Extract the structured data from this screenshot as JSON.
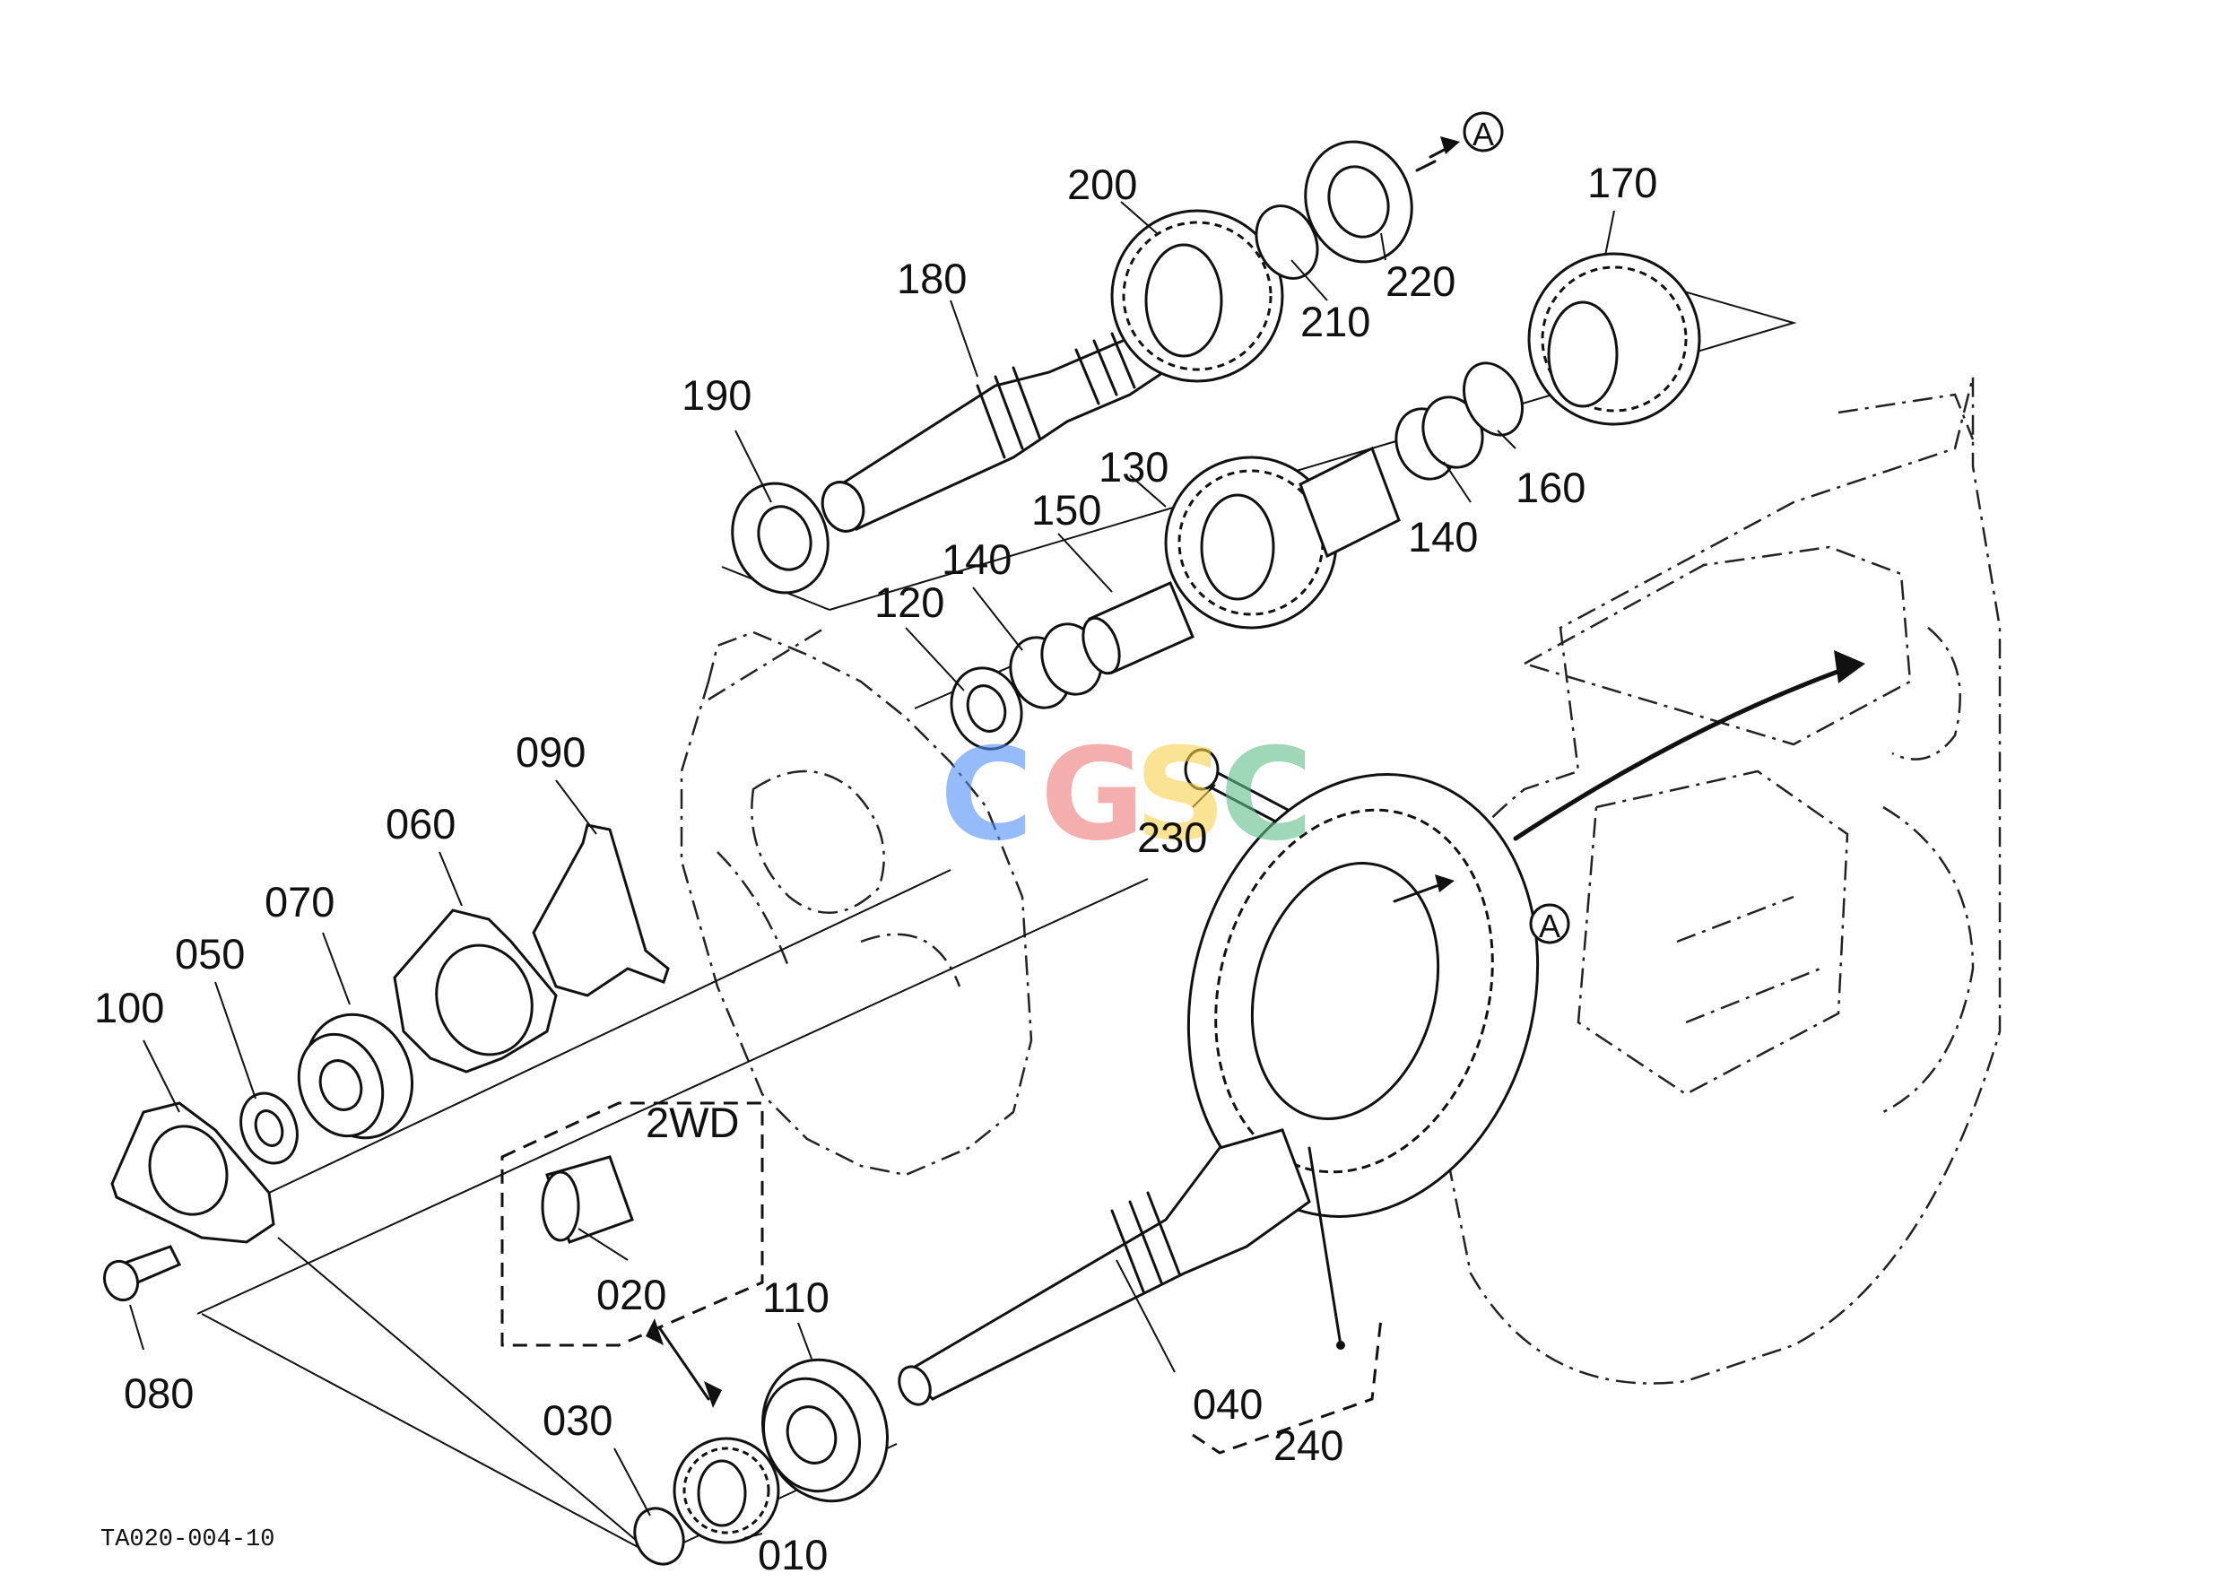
{
  "parts": [
    {
      "id": "p200",
      "number": "200"
    },
    {
      "id": "p220",
      "number": "220"
    },
    {
      "id": "p210",
      "number": "210"
    },
    {
      "id": "p170",
      "number": "170"
    },
    {
      "id": "p180",
      "number": "180"
    },
    {
      "id": "p190",
      "number": "190"
    },
    {
      "id": "p130",
      "number": "130"
    },
    {
      "id": "p150",
      "number": "150"
    },
    {
      "id": "p140a",
      "number": "140"
    },
    {
      "id": "p140b",
      "number": "140"
    },
    {
      "id": "p160",
      "number": "160"
    },
    {
      "id": "p120",
      "number": "120"
    },
    {
      "id": "p090",
      "number": "090"
    },
    {
      "id": "p060",
      "number": "060"
    },
    {
      "id": "p070",
      "number": "070"
    },
    {
      "id": "p050",
      "number": "050"
    },
    {
      "id": "p100",
      "number": "100"
    },
    {
      "id": "p080",
      "number": "080"
    },
    {
      "id": "p230",
      "number": "230"
    },
    {
      "id": "p020",
      "number": "020"
    },
    {
      "id": "p110",
      "number": "110"
    },
    {
      "id": "p030",
      "number": "030"
    },
    {
      "id": "p010",
      "number": "010"
    },
    {
      "id": "p040",
      "number": "040"
    },
    {
      "id": "p240",
      "number": "240"
    }
  ],
  "box_label": "2WD",
  "ref_marker": "A",
  "figure_code": "TA020-004-10",
  "watermark": {
    "letters": [
      "C",
      "G",
      "S",
      "C"
    ],
    "colors": [
      "#4f8ef7",
      "#f07a7a",
      "#f7d24a",
      "#5fbf8a"
    ]
  }
}
